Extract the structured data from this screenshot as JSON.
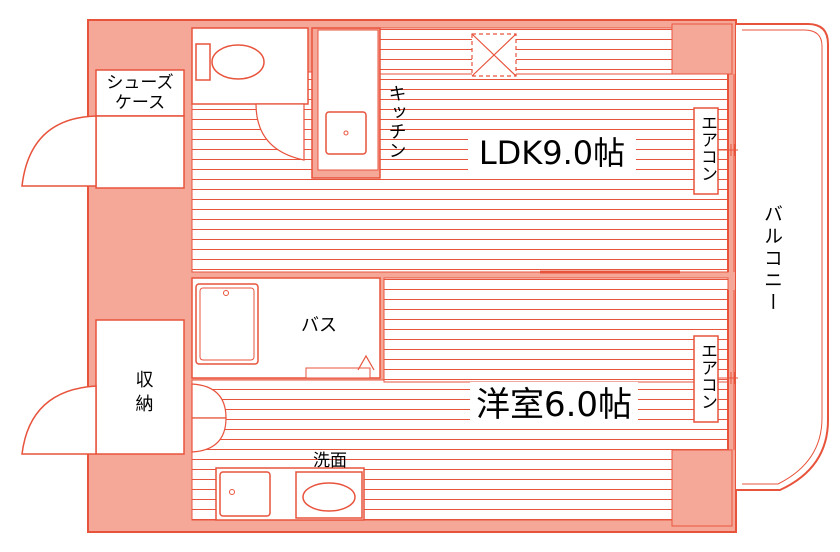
{
  "colors": {
    "wall": "#f6a898",
    "line": "#e8533c",
    "floor_line": "#e8533c",
    "background": "#ffffff",
    "text": "#000000"
  },
  "rooms": {
    "ldk": {
      "name": "LDK9.0帖"
    },
    "western_room": {
      "name": "洋室6.0帖"
    },
    "kitchen": {
      "name": "キッチン"
    },
    "bath": {
      "name": "バス"
    },
    "washroom": {
      "name": "洗面"
    },
    "storage": {
      "name": "収納"
    },
    "shoe_case": {
      "name": "シューズケース"
    },
    "balcony": {
      "name": "バルコニー"
    },
    "aircon_ldk": {
      "name": "エアコン"
    },
    "aircon_western": {
      "name": "エアコン"
    }
  }
}
